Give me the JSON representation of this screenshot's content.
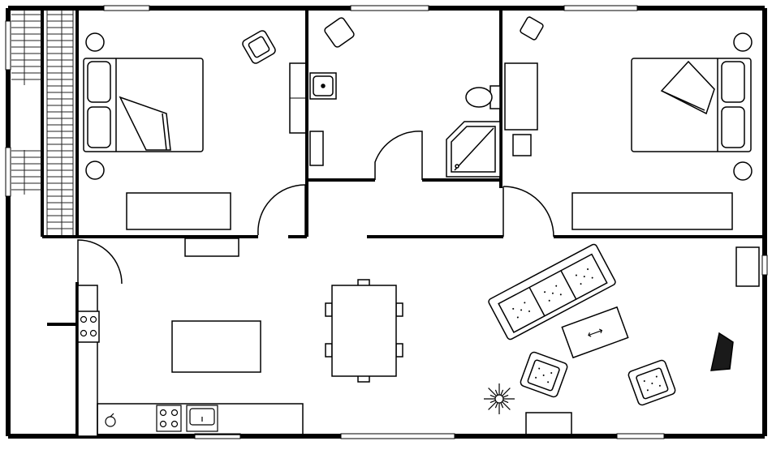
{
  "plan": {
    "rooms": [
      "bedroom-left",
      "bathroom",
      "bedroom-right",
      "living-kitchen",
      "hallway",
      "stairwell"
    ],
    "colors": {
      "background": "#ffffff",
      "wall": "#000000",
      "line": "#111111",
      "fill_dark": "#1a1a1a"
    },
    "icons": [
      "bed-icon",
      "armchair-icon",
      "sofa-icon",
      "toilet-icon",
      "sink-icon",
      "shower-icon",
      "stove-icon",
      "table-icon",
      "chair-icon",
      "plant-icon",
      "lamp-icon",
      "door-icon",
      "window-icon",
      "stairs-icon"
    ],
    "coffee_table_symbol": "⟷"
  }
}
